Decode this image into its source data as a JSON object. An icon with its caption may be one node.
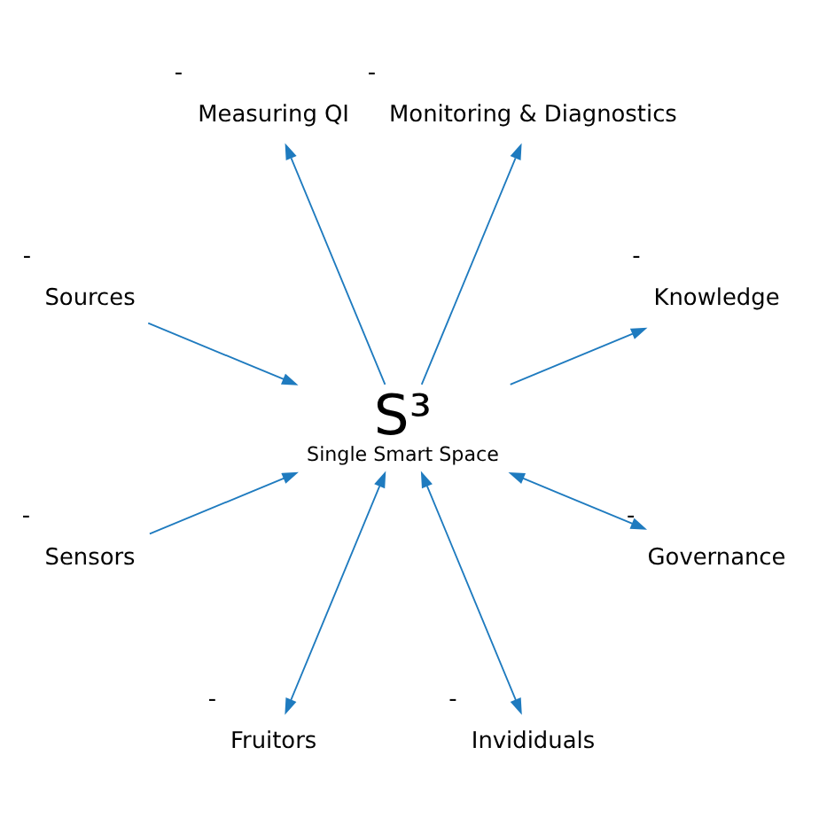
{
  "diagram": {
    "nodes": [
      {
        "text": [
          "S³",
          "Single Smart Space"
        ]
      },
      {
        "text": [
          "Sources"
        ],
        "beside": [
          "-"
        ]
      },
      {
        "text": [
          "Sensors"
        ],
        "beside": [
          "-"
        ]
      },
      {
        "text": [
          "Fruitors"
        ],
        "beside": [
          "-"
        ]
      },
      {
        "text": [
          "Invididuals"
        ],
        "beside": [
          "-"
        ]
      },
      {
        "text": [
          "Knowledge"
        ],
        "beside": [
          "-"
        ]
      },
      {
        "text": [
          "Monitoring & Diagnostics"
        ],
        "beside": [
          "-"
        ]
      },
      {
        "text": [
          "Measuring QI"
        ],
        "beside": [
          "-"
        ]
      },
      {
        "text": [
          "Governance"
        ],
        "beside": [
          "-"
        ]
      }
    ],
    "edges": [
      {
        "from": 2,
        "to": 0,
        "arrow": "to"
      },
      {
        "from": 3,
        "to": 0,
        "arrow": "both"
      },
      {
        "from": 4,
        "to": 0,
        "arrow": "both"
      },
      {
        "from": 0,
        "to": 5,
        "arrow": "to"
      },
      {
        "from": 1,
        "to": 0,
        "arrow": "to"
      },
      {
        "from": 8,
        "to": 0,
        "arrow": "both"
      },
      {
        "from": 0,
        "to": 7,
        "arrow": "to"
      },
      {
        "from": 0,
        "to": 6,
        "arrow": "to"
      }
    ]
  }
}
